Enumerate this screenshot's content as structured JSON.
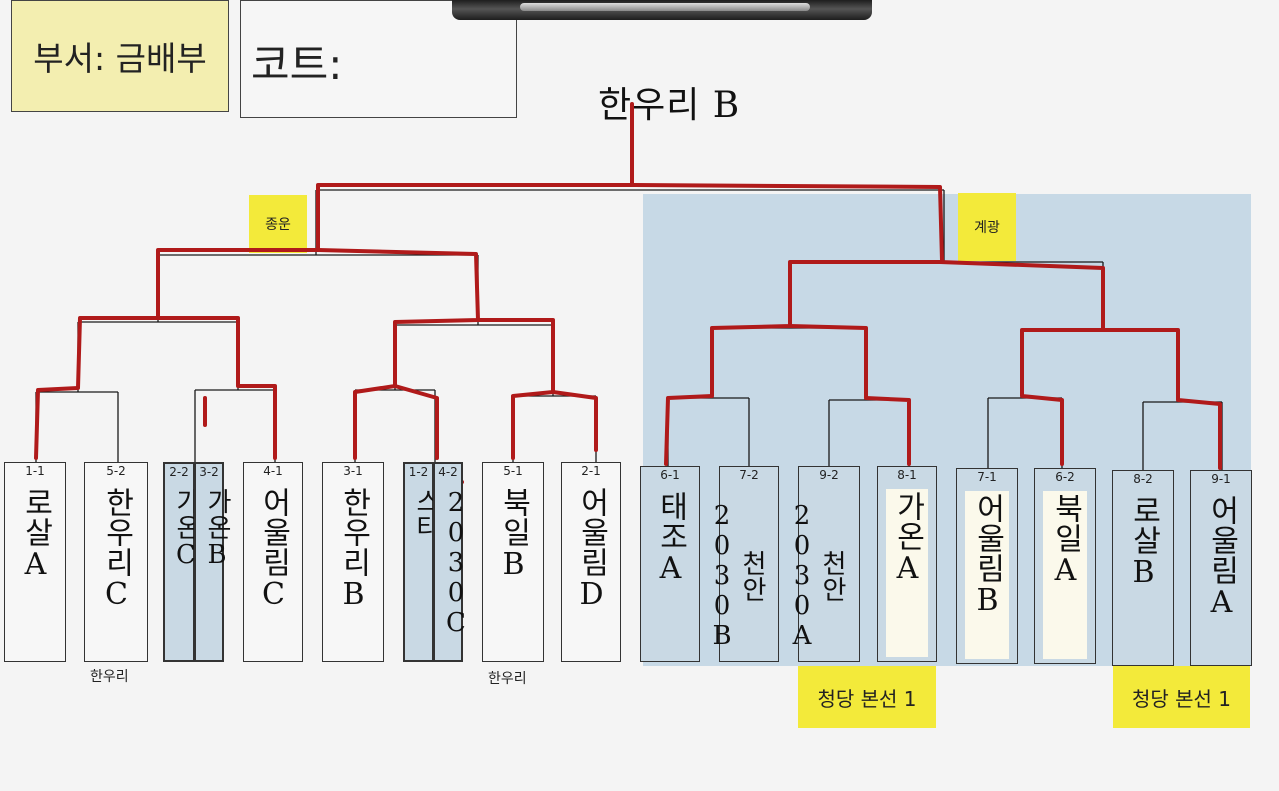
{
  "header": {
    "department_label": "부서: 금배부",
    "court_label": "코트:"
  },
  "winner": "한우리 B",
  "labels": {
    "left_semi_winner": "종운",
    "right_semi_winner": "계광"
  },
  "teams": [
    {
      "seed": "1-1",
      "name": "로살A"
    },
    {
      "seed": "5-2",
      "name": "한우리C"
    },
    {
      "seed": "2-2",
      "name": "가온C"
    },
    {
      "seed": "3-2",
      "name": "가온B"
    },
    {
      "seed": "4-1",
      "name": "어울림C"
    },
    {
      "seed": "3-1",
      "name": "한우리B"
    },
    {
      "seed": "1-2",
      "name": "스타"
    },
    {
      "seed": "4-2",
      "name": "2030C"
    },
    {
      "seed": "5-1",
      "name": "북일B"
    },
    {
      "seed": "2-1",
      "name": "어울림D"
    },
    {
      "seed": "6-1",
      "name": "태조A"
    },
    {
      "seed": "7-2",
      "name": "천안2030B"
    },
    {
      "seed": "9-2",
      "name": "천안2030A"
    },
    {
      "seed": "8-1",
      "name": "가온A"
    },
    {
      "seed": "7-1",
      "name": "어울림B"
    },
    {
      "seed": "6-2",
      "name": "북일A"
    },
    {
      "seed": "8-2",
      "name": "로살B"
    },
    {
      "seed": "9-1",
      "name": "어울림A"
    }
  ],
  "under_notes": [
    "한우리",
    "한우리"
  ],
  "round_tags": [
    "청당 본선 1",
    "청당 본선 1"
  ],
  "colors": {
    "winner_line": "#b01a1a",
    "bracket_line": "#1a1a1a",
    "sticky": "#f3ea3a",
    "blue_zone": "#c7d9e6"
  }
}
